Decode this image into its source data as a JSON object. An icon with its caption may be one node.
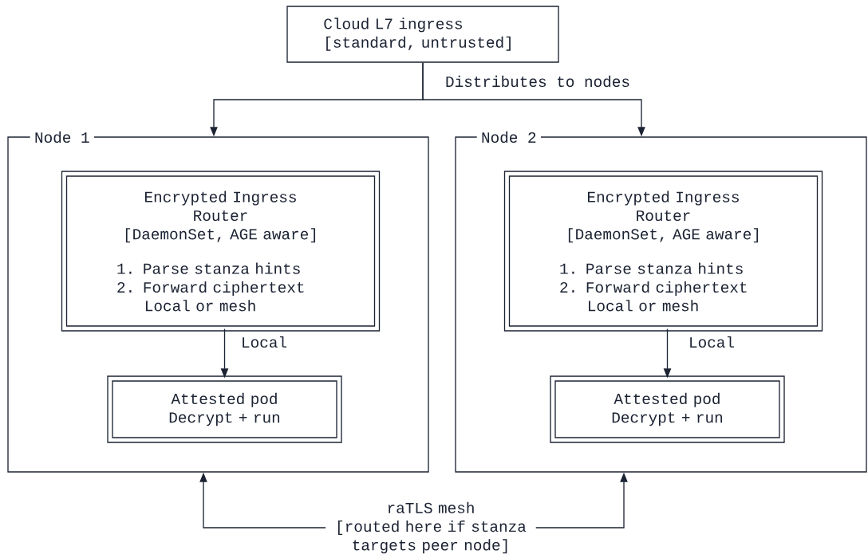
{
  "diagram": {
    "nodes": [
      {
        "text": [
          "Cloud L7 ingress [standard, untrusted]"
        ]
      },
      {
        "text": [
          "Node 1"
        ]
      },
      {
        "text": [
          "Encrypted Ingress Router",
          "[DaemonSet, AGE aware]",
          "1. Parse stanza hints",
          "2. Forward ciphertext Local or mesh"
        ],
        "in": 1
      },
      {
        "text": [
          "Attested pod Decrypt + run"
        ],
        "in": 1
      },
      {
        "text": [
          "Node 2"
        ]
      },
      {
        "text": [
          "Encrypted Ingress Router",
          "[DaemonSet, AGE aware]",
          "1. Parse stanza hints",
          "2. Forward ciphertext Local or mesh"
        ],
        "in": 4
      },
      {
        "text": [
          "Attested pod Decrypt + run"
        ],
        "in": 4
      }
    ],
    "edges": [
      {
        "from": 0,
        "to": 1,
        "arrow": "to",
        "label": "Distributes to nodes"
      },
      {
        "from": 0,
        "to": 4,
        "arrow": "to"
      },
      {
        "from": 2,
        "to": 3,
        "arrow": "to",
        "label": "Local"
      },
      {
        "from": 5,
        "to": 6,
        "arrow": "to",
        "label": "Local"
      },
      {
        "from": 1,
        "to": 4,
        "arrow": "both",
        "label": "raTLS mesh [routed here if stanza targets peer node]"
      }
    ]
  }
}
